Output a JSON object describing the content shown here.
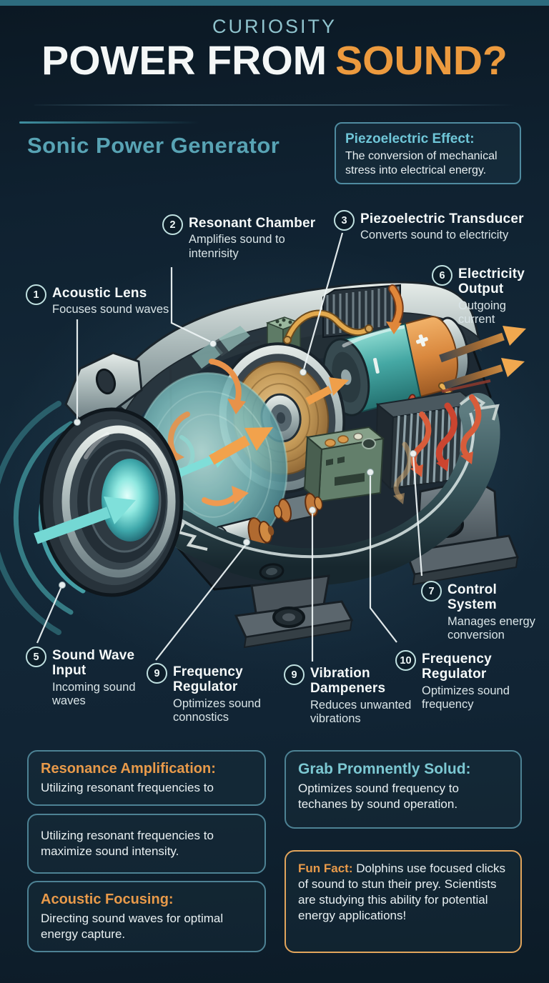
{
  "colors": {
    "top_bar": "#2d6b7e",
    "accent_teal": "#58a3b4",
    "accent_orange": "#ec9a3e",
    "heading_teal": "#6fc6d8",
    "box_border_teal": "#4d8294",
    "box_border_orange": "#e2a55c"
  },
  "header": {
    "kicker": "CURIOSITY",
    "title_main": "POWER FROM",
    "title_accent": "SOUND?"
  },
  "intro": {
    "section_title": "Sonic Power Generator"
  },
  "definition_box": {
    "heading": "Piezoelectric Effect:",
    "body": "The conversion of mechanical stress into electrical energy."
  },
  "labels": [
    {
      "num": "1",
      "title": "Acoustic Lens",
      "desc": "Focuses sound waves"
    },
    {
      "num": "2",
      "title": "Resonant Chamber",
      "desc": "Amplifies sound to intenrisity"
    },
    {
      "num": "3",
      "title": "Piezoelectric Transducer",
      "desc": "Converts sound to electricity"
    },
    {
      "num": "6",
      "title": "Electricity Output",
      "desc": "Outgoing current"
    },
    {
      "num": "5",
      "title": "Sound Wave Input",
      "desc": "Incoming sound waves"
    },
    {
      "num": "9",
      "title": "Frequency Regulator",
      "desc": "Optimizes sound connostics"
    },
    {
      "num": "9",
      "title": "Vibration Dampeners",
      "desc": "Reduces unwanted vibrations"
    },
    {
      "num": "10",
      "title": "Frequency Regulator",
      "desc": "Optimizes sound frequency"
    },
    {
      "num": "7",
      "title": "Control System",
      "desc": "Manages energy conversion"
    }
  ],
  "info_boxes": {
    "left": [
      {
        "heading": "Resonance Amplification:",
        "body": "Utilizing resonant frequencies to"
      },
      {
        "heading": "",
        "body": "Utilizing resonant frequencies to maximize sound intensity."
      },
      {
        "heading": "Acoustic Focusing:",
        "body": "Directing sound waves for optimal energy capture."
      }
    ],
    "right": [
      {
        "heading": "Grab Promnently Solud:",
        "body": "Optimizes sound frequency to techanes by sound operation."
      }
    ],
    "fun_fact": {
      "label": "Fun Fact:",
      "body": " Dolphins use focused clicks of sound to stun their prey. Scientists are studying this ability for potential energy applications!"
    }
  },
  "illustration": {
    "description": "Cutaway illustration of a sonic power generator",
    "parts": [
      "sound-wave-arcs",
      "sound-input-arrow",
      "acoustic-lens",
      "housing-top",
      "housing-interior",
      "resonant-chamber-disc",
      "piezo-transducer-disc",
      "battery-cell",
      "upper-heatsink",
      "circuit-module",
      "heatsink",
      "control-box",
      "roller-bearings",
      "mounting-feet",
      "wires",
      "heat-arrows",
      "output-arrows",
      "label-lines"
    ]
  }
}
